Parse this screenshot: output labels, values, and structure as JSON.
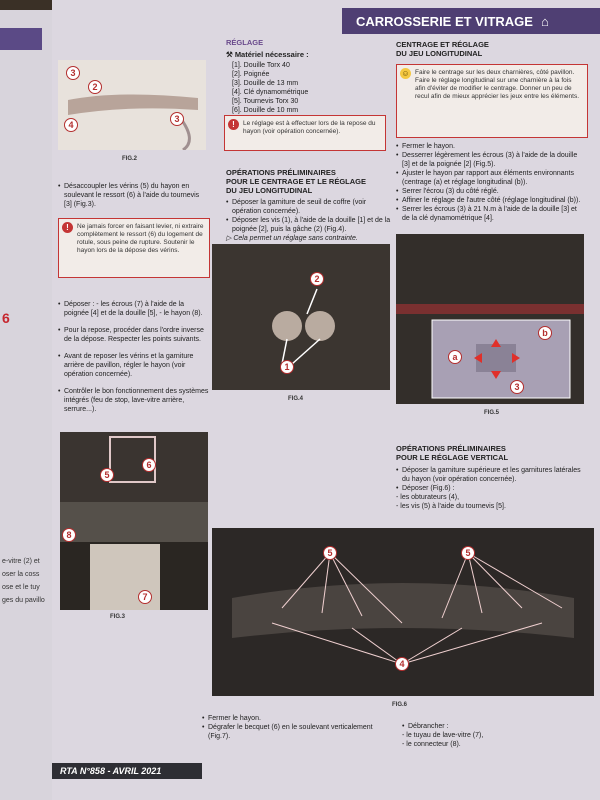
{
  "header": {
    "title": "CARROSSERIE ET VITRAGE",
    "home_icon": "home-icon"
  },
  "left_page": {
    "number": "6",
    "lines": [
      "e-vitre (2) et",
      "oser la coss",
      "ose et le tuy",
      "ges du pavillo"
    ]
  },
  "reglage": {
    "title": "RÉGLAGE",
    "materiel_title": "Matériel nécessaire :",
    "items": [
      "[1]. Douille Torx 40",
      "[2]. Poignée",
      "[3]. Douille de 13 mm",
      "[4]. Clé dynamométrique",
      "[5]. Tournevis Torx 30",
      "[6]. Douille de 10 mm"
    ],
    "note": "Le réglage est à effectuer lors de la repose du hayon (voir opération concernée)."
  },
  "fig2": {
    "caption": "FIG.2",
    "labels": [
      "3",
      "2",
      "4",
      "3"
    ]
  },
  "left_col": {
    "intro": "Désaccoupler les vérins (5) du hayon en soulevant le ressort (6) à l'aide du tournevis [3] (Fig.3).",
    "warning": "Ne jamais forcer en faisant levier, ni extraire complètement le ressort (6) du logement de rotule, sous peine de rupture. Soutenir le hayon lors de la dépose des vérins.",
    "bullets": [
      "Déposer : - les écrous (7) à l'aide de la poignée [4] et de la douille [5], - le hayon (8).",
      "Pour la repose, procéder dans l'ordre inverse de la dépose. Respecter les points suivants.",
      "Avant de reposer les vérins et la garniture arrière de pavillon, régler le hayon (voir opération concernée).",
      "Contrôler le bon fonctionnement des systèmes intégrés (feu de stop, lave-vitre arrière, serrure...)."
    ]
  },
  "fig3": {
    "caption": "FIG.3",
    "labels": [
      "6",
      "5",
      "8",
      "7"
    ]
  },
  "mid_col": {
    "title1": "OPÉRATIONS PRÉLIMINAIRES",
    "title2": "POUR LE CENTRAGE ET LE RÉGLAGE",
    "title3": "DU JEU LONGITUDINAL",
    "bullets": [
      "Déposer la garniture de seuil de coffre (voir opération concernée).",
      "Déposer les vis (1), à l'aide de la douille [1] et de la poignée [2], puis la gâche (2) (Fig.4)."
    ],
    "hint": "▷ Cela permet un réglage sans contrainte."
  },
  "fig4": {
    "caption": "FIG.4",
    "labels": [
      "2",
      "1"
    ]
  },
  "right_col": {
    "title1": "CENTRAGE ET RÉGLAGE",
    "title2": "DU JEU LONGITUDINAL",
    "tip": "Faire le centrage sur les deux charnières, côté pavillon. Faire le réglage longitudinal sur une charnière à la fois afin d'éviter de modifier le centrage. Donner un peu de recul afin de mieux apprécier les jeux entre les éléments.",
    "bullets": [
      "Fermer le hayon.",
      "Desserrer légèrement les écrous (3) à l'aide de la douille [3] et de la poignée [2] (Fig.5).",
      "Ajuster le hayon par rapport aux éléments environnants (centrage (a) et réglage longitudinal (b)).",
      "Serrer l'écrou (3) du côté réglé.",
      "Affiner le réglage de l'autre côté (réglage longitudinal (b)).",
      "Serrer les écrous (3) à 21 N.m à l'aide de la douille [3] et de la clé dynamométrique [4]."
    ]
  },
  "fig5": {
    "caption": "FIG.5",
    "labels": [
      "b",
      "a",
      "3"
    ]
  },
  "vertical": {
    "title1": "OPÉRATIONS PRÉLIMINAIRES",
    "title2": "POUR LE RÉGLAGE VERTICAL",
    "bullets": [
      "Déposer la garniture supérieure et les garnitures latérales du hayon (voir opération concernée).",
      "Déposer (Fig.6) :"
    ],
    "subs": [
      "- les obturateurs (4),",
      "- les vis (5) à l'aide du tournevis [5]."
    ]
  },
  "fig6": {
    "caption": "FIG.6",
    "labels": [
      "5",
      "5",
      "4"
    ]
  },
  "bottom": {
    "left": [
      "Fermer le hayon.",
      "Dégrafer le becquet (6) en le soulevant verticalement (Fig.7)."
    ],
    "right_title": "Débrancher :",
    "right": [
      "- le tuyau de lave-vitre (7),",
      "- le connecteur (8)."
    ]
  },
  "footer": {
    "text": "RTA N°858 - AVRIL 2021"
  }
}
